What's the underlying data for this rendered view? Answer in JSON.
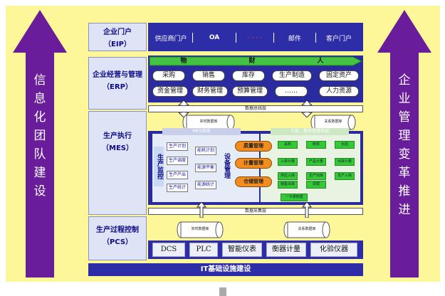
{
  "left_arrow": {
    "text": [
      "信",
      "息",
      "化",
      "团",
      "队",
      "建",
      "设"
    ]
  },
  "right_arrow": {
    "text": [
      "企",
      "业",
      "管",
      "理",
      "变",
      "革",
      "推",
      "进"
    ]
  },
  "eip": {
    "label": "企业门户",
    "sub": "（EIP）",
    "items": [
      "供应商门户",
      "OA",
      "- - - -",
      "邮件",
      "客户门户"
    ]
  },
  "erp": {
    "label": "企业经营与管理",
    "sub": "（ERP）",
    "banner": [
      "物",
      "财",
      "人"
    ],
    "row1": [
      "采购",
      "销售",
      "库存",
      "生产制造",
      "固定资产"
    ],
    "row2": [
      "资金管理",
      "财务管理",
      "预算管理",
      "……",
      "人力资源"
    ]
  },
  "data_bus_top": "数据总线层",
  "mes": {
    "label": "生产执行",
    "sub": "（MES）",
    "db_realtime": "实时数据库",
    "db_relational": "关系数据库",
    "section_left": "MES系统",
    "section_right": "人库、质检管理系统",
    "monitor": "生产监控",
    "plan_col1": [
      "生产计划",
      "生产调度",
      "生产产出",
      "生产统计"
    ],
    "plan_col2": [
      "能耗计划",
      "能源平衡",
      "能源统计"
    ],
    "equipment": "设备管理",
    "orange": [
      "质量管理",
      "计量管理",
      "仓储管理"
    ],
    "green": [
      "采购",
      "制样",
      "化验",
      "入库计量",
      "产品计量",
      "出库计量",
      "供应入库",
      "生产出库",
      "生产入库",
      "销售出库",
      "调拨"
    ],
    "green_bottom": "一卡通管理"
  },
  "data_bus_bottom": "数据采集层",
  "pcs": {
    "label": "生产过程控制",
    "sub": "（PCS）",
    "db_realtime": "实时数据库",
    "db_relational": "关系数据库",
    "items": [
      "DCS",
      "PLC",
      "智能仪表",
      "衡器计量",
      "化验仪器"
    ]
  },
  "infra": "IT基础设施建设",
  "colors": {
    "arrow": "#6a1d9a",
    "band": "#2e2da8",
    "background": "#fdf79a"
  }
}
